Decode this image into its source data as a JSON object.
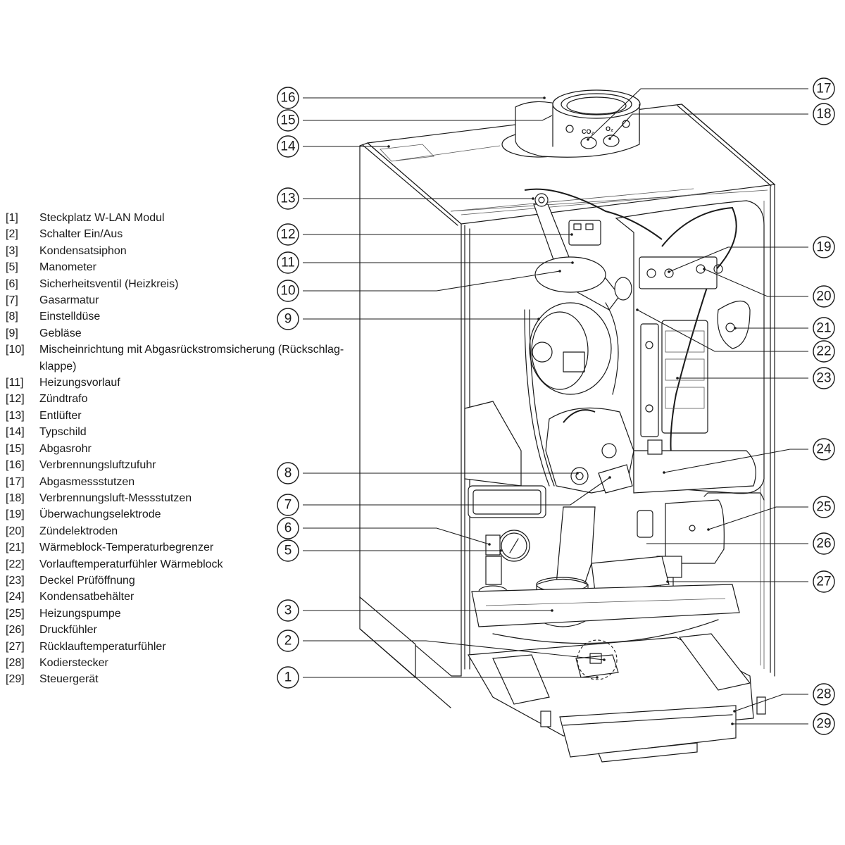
{
  "figure": {
    "subject": "Gas condensing boiler – component overview",
    "gas_port_labels": {
      "co2": "CO₂",
      "o2": "O₂"
    }
  },
  "legend": [
    {
      "num": "[1]",
      "label": "Steckplatz W-LAN Modul"
    },
    {
      "num": "[2]",
      "label": "Schalter Ein/Aus"
    },
    {
      "num": "[3]",
      "label": "Kondensatsiphon"
    },
    {
      "num": "[5]",
      "label": "Manometer"
    },
    {
      "num": "[6]",
      "label": "Sicherheitsventil (Heizkreis)"
    },
    {
      "num": "[7]",
      "label": "Gasarmatur"
    },
    {
      "num": "[8]",
      "label": "Einstelldüse"
    },
    {
      "num": "[9]",
      "label": "Gebläse"
    },
    {
      "num": "[10]",
      "label": "Mischeinrichtung mit Abgasrückstromsicherung (Rückschlag-"
    },
    {
      "num": "",
      "label": "klappe)"
    },
    {
      "num": "[11]",
      "label": "Heizungsvorlauf"
    },
    {
      "num": "[12]",
      "label": "Zündtrafo"
    },
    {
      "num": "[13]",
      "label": "Entlüfter"
    },
    {
      "num": "[14]",
      "label": "Typschild"
    },
    {
      "num": "[15]",
      "label": "Abgasrohr"
    },
    {
      "num": "[16]",
      "label": "Verbrennungsluftzufuhr"
    },
    {
      "num": "[17]",
      "label": "Abgasmessstutzen"
    },
    {
      "num": "[18]",
      "label": "Verbrennungsluft-Messstutzen"
    },
    {
      "num": "[19]",
      "label": "Überwachungselektrode"
    },
    {
      "num": "[20]",
      "label": "Zündelektroden"
    },
    {
      "num": "[21]",
      "label": "Wärmeblock-Temperaturbegrenzer"
    },
    {
      "num": "[22]",
      "label": "Vorlauftemperaturfühler Wärmeblock"
    },
    {
      "num": "[23]",
      "label": "Deckel Prüföffnung"
    },
    {
      "num": "[24]",
      "label": "Kondensatbehälter"
    },
    {
      "num": "[25]",
      "label": "Heizungspumpe"
    },
    {
      "num": "[26]",
      "label": "Druckfühler"
    },
    {
      "num": "[27]",
      "label": "Rücklauftemperaturfühler"
    },
    {
      "num": "[28]",
      "label": "Kodierstecker"
    },
    {
      "num": "[29]",
      "label": "Steuergerät"
    }
  ],
  "callouts_left": [
    "16",
    "15",
    "14",
    "13",
    "12",
    "11",
    "10",
    "9",
    "8",
    "7",
    "6",
    "5",
    "3",
    "2",
    "1"
  ],
  "callouts_right": [
    "17",
    "18",
    "19",
    "20",
    "21",
    "22",
    "23",
    "24",
    "25",
    "26",
    "27",
    "28",
    "29"
  ]
}
